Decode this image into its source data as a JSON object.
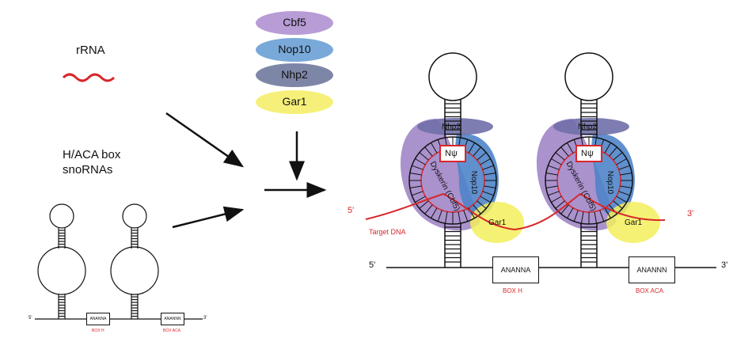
{
  "rrna_label": "rRNA",
  "snorna_label_line1": "H/ACA box",
  "snorna_label_line2": "snoRNAs",
  "proteins": [
    {
      "name": "Cbf5",
      "color": "#b79cd6"
    },
    {
      "name": "Nop10",
      "color": "#79a9d9"
    },
    {
      "name": "Nhp2",
      "color": "#7e86a8"
    },
    {
      "name": "Gar1",
      "color": "#f6f07a"
    }
  ],
  "left_diagram": {
    "five_prime": "5'",
    "three_prime": "3'",
    "box1": "ANANNA",
    "box2": "ANANNN",
    "box1_label": "BOX H",
    "box2_label": "BOX ACA"
  },
  "right_diagram": {
    "five_prime": "5'",
    "three_prime": "3'",
    "target_five": "5'",
    "target_three": "3'",
    "target_label": "Target DNA",
    "box1": "ANANNA",
    "box2": "ANANNN",
    "box1_label": "BOX H",
    "box2_label": "BOX ACA",
    "psi": "Nψ",
    "nhp2": "Nhp2",
    "dyskerin": "Dyskerin (Cbf5)",
    "nop10": "Nop10",
    "gar1": "Gar1"
  },
  "colors": {
    "red": "#d8262a",
    "purple": "#9b7fc4",
    "blue": "#4f84c9",
    "nhp2": "#6f6fa8",
    "yellow": "#f3ef5c"
  }
}
